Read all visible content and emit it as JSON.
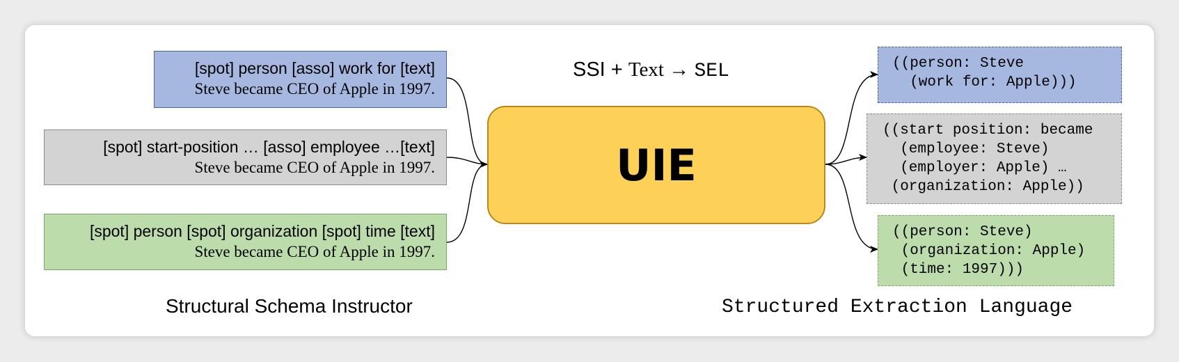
{
  "formula": {
    "ssi": "SSI",
    "plus": " + ",
    "text": "Text",
    "arrow": " → ",
    "sel": "SEL"
  },
  "inputs": [
    {
      "schema": "[spot] person [asso] work for [text]",
      "sentence": "Steve became CEO of Apple in 1997.",
      "color": "#a6b8e0"
    },
    {
      "schema": "[spot] start-position … [asso] employee …[text]",
      "sentence": "Steve became CEO of Apple in 1997.",
      "color": "#d3d3d3"
    },
    {
      "schema": "[spot] person [spot] organization [spot] time [text]",
      "sentence": "Steve became CEO of Apple in 1997.",
      "color": "#bcdcab"
    }
  ],
  "model": {
    "label": "UIE",
    "color": "#fdd158"
  },
  "outputs": [
    {
      "lines": [
        "((person: Steve",
        "  (work for: Apple)))"
      ],
      "color": "#a6b8e0"
    },
    {
      "lines": [
        "((start position: became",
        "  (employee: Steve)",
        "  (employer: Apple) …",
        " (organization: Apple))"
      ],
      "color": "#d3d3d3"
    },
    {
      "lines": [
        "((person: Steve)",
        " (organization: Apple)",
        " (time: 1997)))"
      ],
      "color": "#bcdcab"
    }
  ],
  "captions": {
    "left": "Structural Schema Instructor",
    "right": "Structured Extraction Language"
  }
}
